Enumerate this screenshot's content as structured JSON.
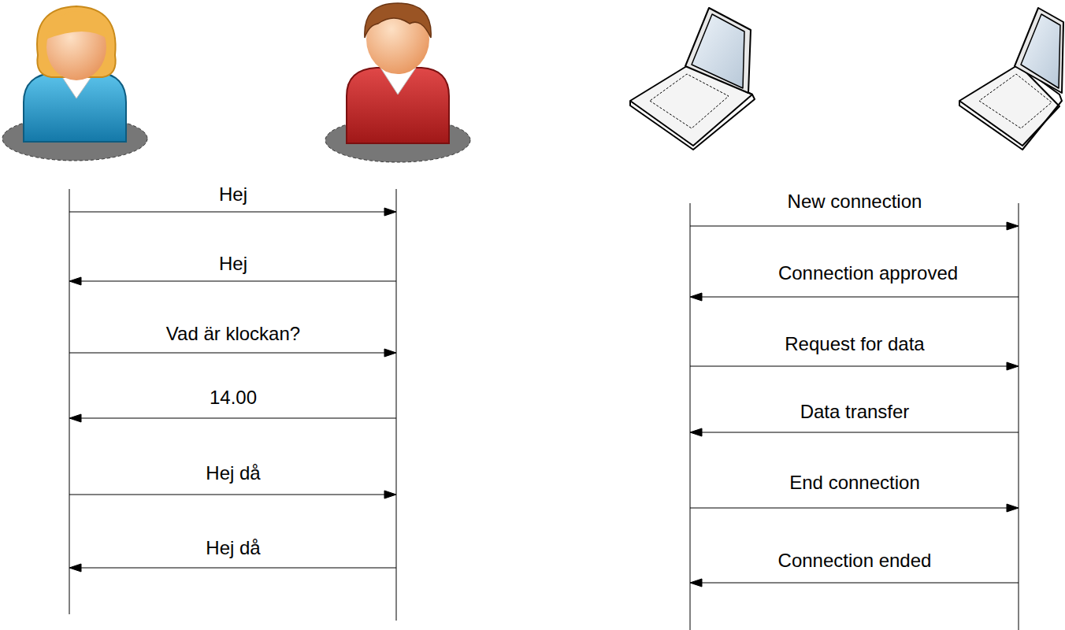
{
  "diagram": {
    "labels": [
      "Hej",
      "Hej",
      "Vad är klockan?",
      "14.00",
      "Hej då",
      "Hej då",
      "New connection",
      "Connection approved",
      "Request for data",
      "Data transfer",
      "End connection",
      "Connection ended"
    ]
  }
}
